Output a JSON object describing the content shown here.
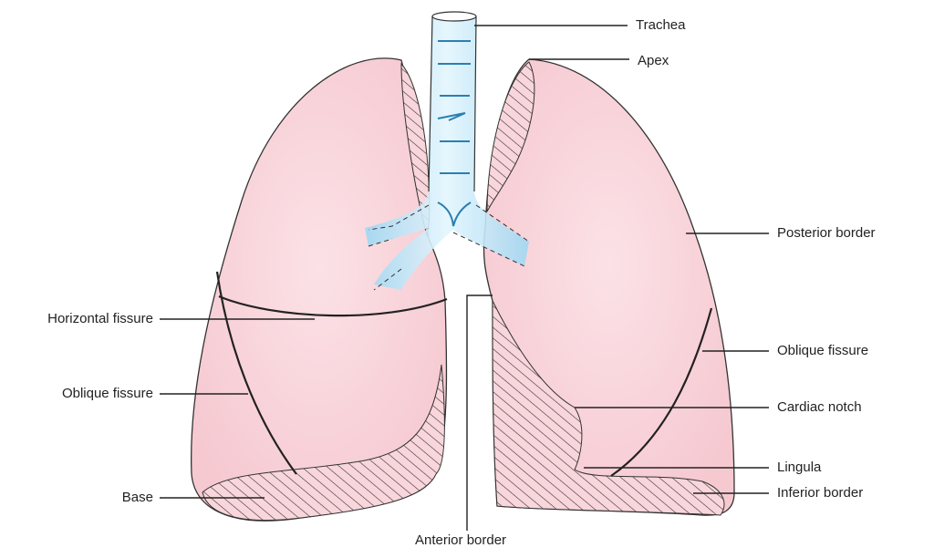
{
  "colors": {
    "lung": "#f9d6dc",
    "outline": "#333333",
    "trachea": "#bfe6f7",
    "hatch": "#333333"
  },
  "labels": {
    "trachea": "Trachea",
    "apex": "Apex",
    "posterior_border": "Posterior border",
    "oblique_fissure_left": "Oblique fissure",
    "cardiac_notch": "Cardiac notch",
    "lingula": "Lingula",
    "inferior_border": "Inferior border",
    "horizontal_fissure": "Horizontal fissure",
    "oblique_fissure_right": "Oblique fissure",
    "base": "Base",
    "anterior_border": "Anterior border"
  }
}
